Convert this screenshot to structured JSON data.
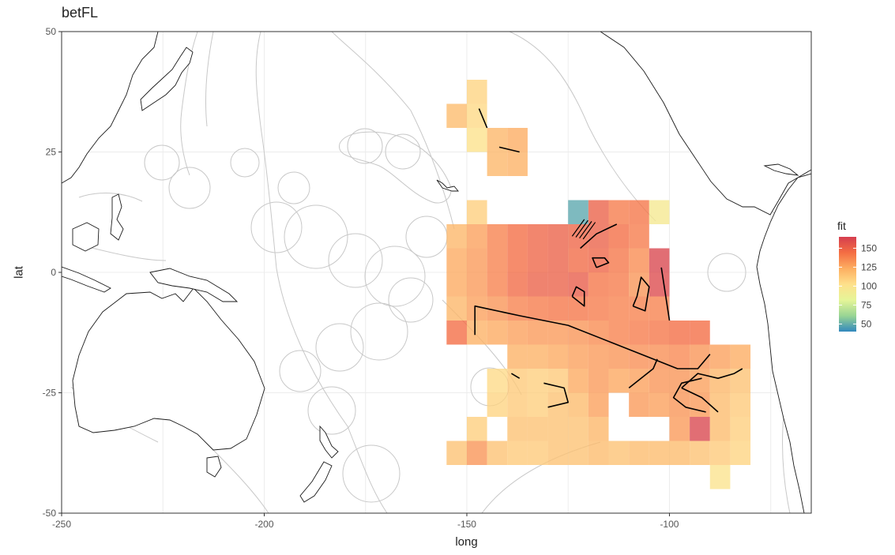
{
  "title": "betFL",
  "xlabel": "long",
  "ylabel": "lat",
  "legend": {
    "title": "fit",
    "ticks": [
      150,
      125,
      100,
      75,
      50
    ],
    "min": 40,
    "max": 165,
    "colors": [
      "#3288bd",
      "#99d594",
      "#e6f598",
      "#fee08b",
      "#fdae61",
      "#f46d43",
      "#d53e4f"
    ]
  },
  "axes": {
    "x_ticks": [
      -250,
      -200,
      -150,
      -100
    ],
    "y_ticks": [
      50,
      25,
      0,
      -25,
      -50
    ],
    "xlim": [
      -250,
      -65
    ],
    "ylim": [
      -50,
      50
    ]
  },
  "chart_data": {
    "type": "heatmap",
    "title": "betFL",
    "xlabel": "long",
    "ylabel": "lat",
    "cell_size_deg": 5,
    "cells": [
      [
        -147.5,
        37.5,
        108
      ],
      [
        -152.5,
        32.5,
        118
      ],
      [
        -147.5,
        32.5,
        106
      ],
      [
        -147.5,
        27.5,
        102
      ],
      [
        -142.5,
        27.5,
        120
      ],
      [
        -137.5,
        27.5,
        124
      ],
      [
        -142.5,
        22.5,
        120
      ],
      [
        -137.5,
        22.5,
        122
      ],
      [
        -147.5,
        12.5,
        110
      ],
      [
        -122.5,
        12.5,
        48
      ],
      [
        -117.5,
        12.5,
        150
      ],
      [
        -112.5,
        12.5,
        140
      ],
      [
        -107.5,
        12.5,
        142
      ],
      [
        -102.5,
        12.5,
        95
      ],
      [
        -152.5,
        7.5,
        120
      ],
      [
        -147.5,
        7.5,
        128
      ],
      [
        -142.5,
        7.5,
        138
      ],
      [
        -137.5,
        7.5,
        145
      ],
      [
        -132.5,
        7.5,
        148
      ],
      [
        -127.5,
        7.5,
        150
      ],
      [
        -122.5,
        7.5,
        148
      ],
      [
        -117.5,
        7.5,
        150
      ],
      [
        -112.5,
        7.5,
        145
      ],
      [
        -107.5,
        7.5,
        140
      ],
      [
        -152.5,
        2.5,
        125
      ],
      [
        -147.5,
        2.5,
        130
      ],
      [
        -142.5,
        2.5,
        138
      ],
      [
        -137.5,
        2.5,
        145
      ],
      [
        -132.5,
        2.5,
        148
      ],
      [
        -127.5,
        2.5,
        150
      ],
      [
        -122.5,
        2.5,
        146
      ],
      [
        -117.5,
        2.5,
        148
      ],
      [
        -112.5,
        2.5,
        142
      ],
      [
        -107.5,
        2.5,
        135
      ],
      [
        -102.5,
        2.5,
        162
      ],
      [
        -152.5,
        -2.5,
        125
      ],
      [
        -147.5,
        -2.5,
        130
      ],
      [
        -142.5,
        -2.5,
        138
      ],
      [
        -137.5,
        -2.5,
        146
      ],
      [
        -132.5,
        -2.5,
        150
      ],
      [
        -127.5,
        -2.5,
        150
      ],
      [
        -122.5,
        -2.5,
        152
      ],
      [
        -117.5,
        -2.5,
        142
      ],
      [
        -112.5,
        -2.5,
        140
      ],
      [
        -107.5,
        -2.5,
        132
      ],
      [
        -102.5,
        -2.5,
        160
      ],
      [
        -152.5,
        -7.5,
        120
      ],
      [
        -147.5,
        -7.5,
        128
      ],
      [
        -142.5,
        -7.5,
        132
      ],
      [
        -137.5,
        -7.5,
        138
      ],
      [
        -132.5,
        -7.5,
        140
      ],
      [
        -127.5,
        -7.5,
        142
      ],
      [
        -122.5,
        -7.5,
        142
      ],
      [
        -117.5,
        -7.5,
        140
      ],
      [
        -112.5,
        -7.5,
        138
      ],
      [
        -107.5,
        -7.5,
        138
      ],
      [
        -102.5,
        -7.5,
        138
      ],
      [
        -152.5,
        -12.5,
        145
      ],
      [
        -147.5,
        -12.5,
        122
      ],
      [
        -142.5,
        -12.5,
        125
      ],
      [
        -137.5,
        -12.5,
        128
      ],
      [
        -132.5,
        -12.5,
        130
      ],
      [
        -127.5,
        -12.5,
        130
      ],
      [
        -122.5,
        -12.5,
        132
      ],
      [
        -117.5,
        -12.5,
        135
      ],
      [
        -112.5,
        -12.5,
        138
      ],
      [
        -107.5,
        -12.5,
        140
      ],
      [
        -102.5,
        -12.5,
        142
      ],
      [
        -97.5,
        -12.5,
        145
      ],
      [
        -92.5,
        -12.5,
        145
      ],
      [
        -137.5,
        -17.5,
        122
      ],
      [
        -132.5,
        -17.5,
        122
      ],
      [
        -127.5,
        -17.5,
        125
      ],
      [
        -122.5,
        -17.5,
        128
      ],
      [
        -117.5,
        -17.5,
        130
      ],
      [
        -112.5,
        -17.5,
        132
      ],
      [
        -107.5,
        -17.5,
        134
      ],
      [
        -102.5,
        -17.5,
        134
      ],
      [
        -97.5,
        -17.5,
        136
      ],
      [
        -92.5,
        -17.5,
        132
      ],
      [
        -87.5,
        -17.5,
        128
      ],
      [
        -82.5,
        -17.5,
        124
      ],
      [
        -142.5,
        -22.5,
        105
      ],
      [
        -137.5,
        -22.5,
        112
      ],
      [
        -132.5,
        -22.5,
        110
      ],
      [
        -127.5,
        -22.5,
        112
      ],
      [
        -122.5,
        -22.5,
        125
      ],
      [
        -117.5,
        -22.5,
        130
      ],
      [
        -112.5,
        -22.5,
        126
      ],
      [
        -107.5,
        -22.5,
        128
      ],
      [
        -102.5,
        -22.5,
        132
      ],
      [
        -97.5,
        -22.5,
        132
      ],
      [
        -92.5,
        -22.5,
        128
      ],
      [
        -87.5,
        -22.5,
        120
      ],
      [
        -82.5,
        -22.5,
        115
      ],
      [
        -142.5,
        -27.5,
        108
      ],
      [
        -137.5,
        -27.5,
        112
      ],
      [
        -132.5,
        -27.5,
        110
      ],
      [
        -127.5,
        -27.5,
        115
      ],
      [
        -122.5,
        -27.5,
        118
      ],
      [
        -117.5,
        -27.5,
        128
      ],
      [
        -107.5,
        -27.5,
        130
      ],
      [
        -102.5,
        -27.5,
        128
      ],
      [
        -97.5,
        -27.5,
        132
      ],
      [
        -92.5,
        -27.5,
        130
      ],
      [
        -87.5,
        -27.5,
        118
      ],
      [
        -82.5,
        -27.5,
        112
      ],
      [
        -147.5,
        -32.5,
        110
      ],
      [
        -137.5,
        -32.5,
        115
      ],
      [
        -132.5,
        -32.5,
        115
      ],
      [
        -127.5,
        -32.5,
        115
      ],
      [
        -122.5,
        -32.5,
        115
      ],
      [
        -117.5,
        -32.5,
        120
      ],
      [
        -97.5,
        -32.5,
        130
      ],
      [
        -92.5,
        -32.5,
        162
      ],
      [
        -87.5,
        -32.5,
        118
      ],
      [
        -82.5,
        -32.5,
        110
      ],
      [
        -152.5,
        -37.5,
        115
      ],
      [
        -147.5,
        -37.5,
        132
      ],
      [
        -142.5,
        -37.5,
        115
      ],
      [
        -137.5,
        -37.5,
        112
      ],
      [
        -132.5,
        -37.5,
        112
      ],
      [
        -127.5,
        -37.5,
        115
      ],
      [
        -122.5,
        -37.5,
        115
      ],
      [
        -117.5,
        -37.5,
        118
      ],
      [
        -112.5,
        -37.5,
        115
      ],
      [
        -107.5,
        -37.5,
        118
      ],
      [
        -102.5,
        -37.5,
        118
      ],
      [
        -97.5,
        -37.5,
        118
      ],
      [
        -92.5,
        -37.5,
        115
      ],
      [
        -87.5,
        -37.5,
        112
      ],
      [
        -82.5,
        -37.5,
        108
      ],
      [
        -87.5,
        -42.5,
        100
      ]
    ],
    "contours": [
      [
        [
          -148,
          -13
        ],
        [
          -148,
          -7
        ],
        [
          -137,
          -9
        ],
        [
          -125,
          -11
        ],
        [
          -113,
          -15
        ],
        [
          -104,
          -18
        ],
        [
          -98,
          -20
        ],
        [
          -93,
          -20
        ],
        [
          -90,
          -17
        ]
      ],
      [
        [
          -110,
          -24
        ],
        [
          -104,
          -20
        ],
        [
          -103,
          -18
        ]
      ],
      [
        [
          -97,
          -24
        ],
        [
          -93,
          -21
        ],
        [
          -88,
          -22
        ],
        [
          -84,
          -21
        ],
        [
          -82,
          -20
        ]
      ],
      [
        [
          -88,
          -29
        ],
        [
          -92,
          -26
        ],
        [
          -97,
          -24
        ]
      ],
      [
        [
          -147,
          34
        ],
        [
          -145,
          30
        ]
      ],
      [
        [
          -142,
          26
        ],
        [
          -137,
          25
        ]
      ],
      [
        [
          -122,
          5
        ],
        [
          -118,
          8
        ],
        [
          -113,
          10
        ]
      ],
      [
        [
          -118,
          1
        ],
        [
          -115,
          2
        ],
        [
          -116,
          3
        ],
        [
          -119,
          3
        ],
        [
          -118,
          1
        ]
      ],
      [
        [
          -124,
          -5
        ],
        [
          -121,
          -7
        ],
        [
          -121,
          -4
        ],
        [
          -123,
          -3
        ],
        [
          -124,
          -5
        ]
      ],
      [
        [
          -109,
          -7
        ],
        [
          -106,
          -8
        ],
        [
          -105,
          -3
        ],
        [
          -107,
          -1
        ],
        [
          -108,
          -5
        ],
        [
          -109,
          -7
        ]
      ],
      [
        [
          -102,
          1
        ],
        [
          -100,
          -10
        ]
      ],
      [
        [
          -139,
          -21
        ],
        [
          -137,
          -22
        ]
      ],
      [
        [
          -131,
          -23
        ],
        [
          -126,
          -24
        ],
        [
          -125,
          -27
        ],
        [
          -130,
          -28
        ]
      ],
      [
        [
          -91,
          -29
        ],
        [
          -96,
          -28
        ],
        [
          -99,
          -26
        ],
        [
          -97,
          -23
        ],
        [
          -92,
          -22
        ]
      ]
    ]
  }
}
